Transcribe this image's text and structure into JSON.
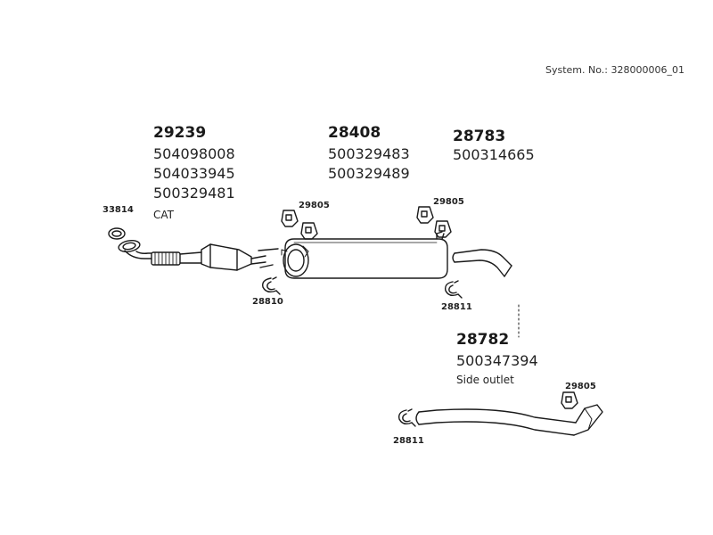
{
  "system_label": "System. No.: 328000006_01",
  "groups": {
    "front": {
      "part": "29239",
      "oem": [
        "504098008",
        "504033945",
        "500329481"
      ],
      "note": "CAT"
    },
    "middle": {
      "part": "28408",
      "oem": [
        "500329483",
        "500329489"
      ]
    },
    "rear": {
      "part": "28783",
      "oem": [
        "500314665"
      ]
    },
    "side": {
      "part": "28782",
      "oem": [
        "500347394"
      ],
      "note": "Side outlet"
    }
  },
  "small_parts": {
    "gasket": "33814",
    "clamp_front": "28810",
    "hanger_left": "29805",
    "hanger_right": "29805",
    "clamp_rear": "28811",
    "clamp_side": "28811",
    "hanger_side": "29805"
  }
}
